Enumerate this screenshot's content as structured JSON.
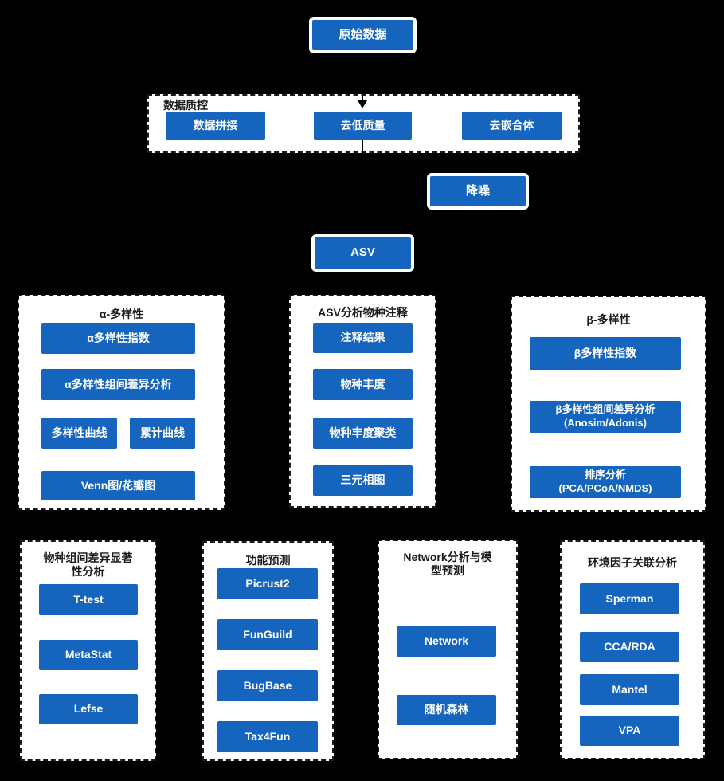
{
  "colors": {
    "page_bg": "#000000",
    "node_blue": "#1565BF",
    "node_text": "#ffffff",
    "panel_bg": "#ffffff",
    "panel_border": "#1a1a1a",
    "panel_title": "#1a1a1a",
    "connector": "#000000"
  },
  "nodes": {
    "raw": "原始数据",
    "denoise": "降噪",
    "asv": "ASV"
  },
  "qc": {
    "title": "数据质控",
    "items": [
      "数据拼接",
      "去低质量",
      "去嵌合体"
    ]
  },
  "alpha": {
    "title": "α-多样性",
    "items": [
      "α多样性指数",
      "α多样性组间差异分析",
      "多样性曲线",
      "累计曲线",
      "Venn图/花瓣图"
    ]
  },
  "annotation": {
    "title": "ASV分析物种注释",
    "items": [
      "注释结果",
      "物种丰度",
      "物种丰度聚类",
      "三元相图"
    ]
  },
  "beta": {
    "title": "β-多样性",
    "items": [
      "β多样性指数",
      "β多样性组间差异分析\n(Anosim/Adonis)",
      "排序分析\n(PCA/PCoA/NMDS)"
    ]
  },
  "species_diff": {
    "title": "物种组间差异显著\n性分析",
    "items": [
      "T-test",
      "MetaStat",
      "Lefse"
    ]
  },
  "function_pred": {
    "title": "功能预测",
    "items": [
      "Picrust2",
      "FunGuild",
      "BugBase",
      "Tax4Fun"
    ]
  },
  "network": {
    "title": "Network分析与模\n型预测",
    "items": [
      "Network",
      "随机森林"
    ]
  },
  "env": {
    "title": "环境因子关联分析",
    "items": [
      "Sperman",
      "CCA/RDA",
      "Mantel",
      "VPA"
    ]
  }
}
